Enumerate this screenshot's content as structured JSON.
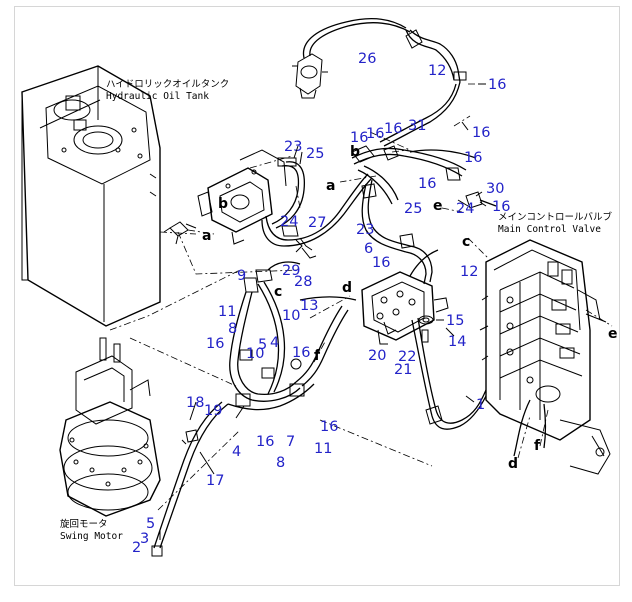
{
  "captions": {
    "tank_jp": "ハイドロリックオイルタンク",
    "tank_en": "Hydraulic Oil Tank",
    "valve_jp": "メインコントロールバルブ",
    "valve_en": "Main Control Valve",
    "motor_jp": "旋回モータ",
    "motor_en": "Swing Motor"
  },
  "part_numbers": [
    {
      "id": "p26",
      "text": "26"
    },
    {
      "id": "p12a",
      "text": "12"
    },
    {
      "id": "p16a",
      "text": "16"
    },
    {
      "id": "p16b",
      "text": "16"
    },
    {
      "id": "p23a",
      "text": "23"
    },
    {
      "id": "p25a",
      "text": "25"
    },
    {
      "id": "p16c",
      "text": "16"
    },
    {
      "id": "p16d",
      "text": "16"
    },
    {
      "id": "p16e",
      "text": "16"
    },
    {
      "id": "p31",
      "text": "31"
    },
    {
      "id": "p16f",
      "text": "16"
    },
    {
      "id": "p16g",
      "text": "16"
    },
    {
      "id": "p30",
      "text": "30"
    },
    {
      "id": "p24a",
      "text": "24"
    },
    {
      "id": "p16h",
      "text": "16"
    },
    {
      "id": "p25b",
      "text": "25"
    },
    {
      "id": "p24b",
      "text": "24"
    },
    {
      "id": "p27",
      "text": "27"
    },
    {
      "id": "p23b",
      "text": "23"
    },
    {
      "id": "p6",
      "text": "6"
    },
    {
      "id": "p16i",
      "text": "16"
    },
    {
      "id": "p12b",
      "text": "12"
    },
    {
      "id": "p29",
      "text": "29"
    },
    {
      "id": "p28",
      "text": "28"
    },
    {
      "id": "p9",
      "text": "9"
    },
    {
      "id": "p11a",
      "text": "11"
    },
    {
      "id": "p8a",
      "text": "8"
    },
    {
      "id": "p13",
      "text": "13"
    },
    {
      "id": "p10a",
      "text": "10"
    },
    {
      "id": "p16j",
      "text": "16"
    },
    {
      "id": "p5a",
      "text": "5"
    },
    {
      "id": "p4a",
      "text": "4"
    },
    {
      "id": "p16k",
      "text": "16"
    },
    {
      "id": "p10b",
      "text": "10"
    },
    {
      "id": "p14",
      "text": "14"
    },
    {
      "id": "p15",
      "text": "15"
    },
    {
      "id": "p20",
      "text": "20"
    },
    {
      "id": "p22",
      "text": "22"
    },
    {
      "id": "p21",
      "text": "21"
    },
    {
      "id": "p18",
      "text": "18"
    },
    {
      "id": "p19",
      "text": "19"
    },
    {
      "id": "p16l",
      "text": "16"
    },
    {
      "id": "p7",
      "text": "7"
    },
    {
      "id": "p16m",
      "text": "16"
    },
    {
      "id": "p8b",
      "text": "8"
    },
    {
      "id": "p11b",
      "text": "11"
    },
    {
      "id": "p4b",
      "text": "4"
    },
    {
      "id": "p17",
      "text": "17"
    },
    {
      "id": "p1",
      "text": "1"
    },
    {
      "id": "p5b",
      "text": "5"
    },
    {
      "id": "p3",
      "text": "3"
    },
    {
      "id": "p2",
      "text": "2"
    }
  ],
  "connection_letters": [
    {
      "id": "la1",
      "text": "a"
    },
    {
      "id": "lb1",
      "text": "b"
    },
    {
      "id": "lb2",
      "text": "b"
    },
    {
      "id": "la2",
      "text": "a"
    },
    {
      "id": "le1",
      "text": "e"
    },
    {
      "id": "lc1",
      "text": "c"
    },
    {
      "id": "lc2",
      "text": "c"
    },
    {
      "id": "ld1",
      "text": "d"
    },
    {
      "id": "lf1",
      "text": "f"
    },
    {
      "id": "le2",
      "text": "e"
    },
    {
      "id": "ld2",
      "text": "d"
    },
    {
      "id": "lf2",
      "text": "f"
    }
  ]
}
